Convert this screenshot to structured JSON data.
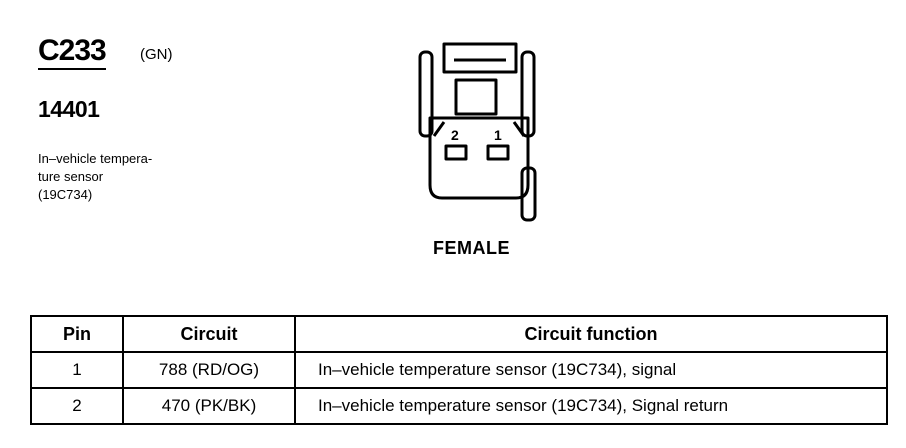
{
  "connector": {
    "id": "C233",
    "color": "(GN)",
    "part_number": "14401",
    "description_lines": [
      "In–vehicle tempera-",
      "ture sensor",
      "(19C734)"
    ],
    "view": "FEMALE",
    "pin_labels": [
      "2",
      "1"
    ]
  },
  "table": {
    "headers": [
      "Pin",
      "Circuit",
      "Circuit function"
    ],
    "rows": [
      {
        "pin": "1",
        "circuit": "788 (RD/OG)",
        "function": "In–vehicle temperature sensor (19C734), signal"
      },
      {
        "pin": "2",
        "circuit": "470 (PK/BK)",
        "function": "In–vehicle temperature sensor (19C734), Signal return"
      }
    ]
  }
}
